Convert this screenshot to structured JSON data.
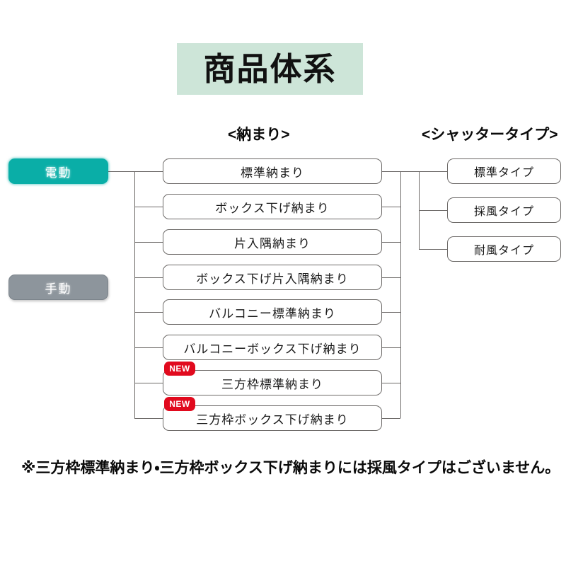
{
  "title": {
    "text": "商品体系"
  },
  "headers": {
    "osamari": "<納まり>",
    "shutter": "<シャッタータイプ>"
  },
  "modes": [
    {
      "label": "電動",
      "color": "#0aaea7",
      "state": "selected"
    },
    {
      "label": "手動",
      "color": "#8d959c",
      "state": "normal"
    }
  ],
  "osamari_nodes": [
    {
      "label": "標準納まり",
      "badge": null
    },
    {
      "label": "ボックス下げ納まり",
      "badge": null
    },
    {
      "label": "片入隅納まり",
      "badge": null
    },
    {
      "label": "ボックス下げ片入隅納まり",
      "badge": null
    },
    {
      "label": "バルコニー標準納まり",
      "badge": null
    },
    {
      "label": "バルコニーボックス下げ納まり",
      "badge": null
    },
    {
      "label": "三方枠標準納まり",
      "badge": "NEW"
    },
    {
      "label": "三方枠ボックス下げ納まり",
      "badge": "NEW"
    }
  ],
  "shutter_nodes": [
    {
      "label": "標準タイプ"
    },
    {
      "label": "採風タイプ"
    },
    {
      "label": "耐風タイプ"
    }
  ],
  "footnote": {
    "text": "※三方枠標準納まり・三方枠ボックス下げ納まりには採風タイプはございません。"
  },
  "colors": {
    "title_bg": "#cde5d8",
    "accent_teal": "#0aaea7",
    "accent_gray": "#8d959c",
    "badge_red": "#e10a1e",
    "line": "#6d6a68"
  }
}
